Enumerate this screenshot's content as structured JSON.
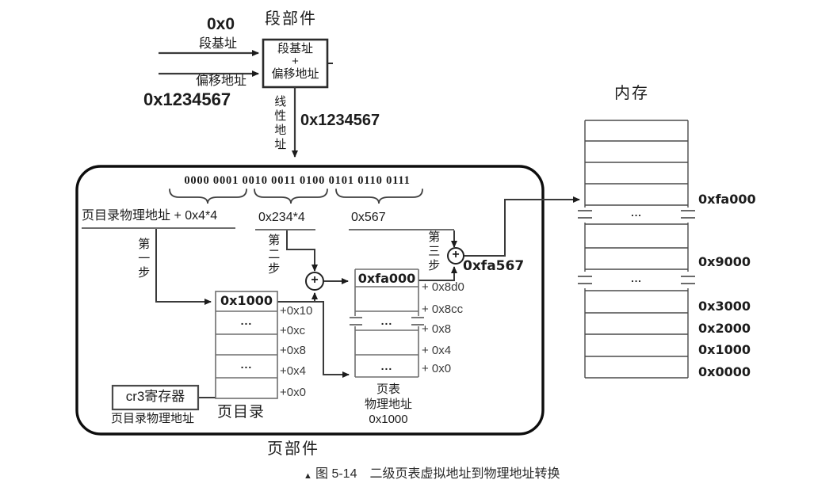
{
  "segment_unit": {
    "title": "段部件",
    "input_top_value": "0x0",
    "input_top_label": "段基址",
    "input_bottom_label": "偏移地址",
    "input_bottom_value": "0x1234567",
    "box_line1": "段基址",
    "box_line2": "+",
    "box_line3": "偏移地址",
    "output_label": "线性地址",
    "output_value": "0x1234567"
  },
  "page_unit": {
    "label": "页部件",
    "binary_string": "0000 0001 0010 0011 0100 0101 0110 0111",
    "group_labels": [
      "页目录物理地址 + 0x4*4",
      "0x234*4",
      "0x567"
    ],
    "step_labels": [
      "第一步",
      "第二步",
      "第三步"
    ],
    "adder_symbol": "+",
    "physical_address_result": "0xfa567",
    "cr3_register": "cr3寄存器",
    "cr3_label": "页目录物理地址",
    "page_directory": {
      "title": "页目录",
      "cells": [
        "0x1000",
        "...",
        "",
        "...",
        ""
      ],
      "offsets": [
        "+0x10",
        "+0xc",
        "+0x8",
        "+0x4",
        "+0x0"
      ]
    },
    "page_table": {
      "cells": [
        "0xfa000",
        "",
        "...",
        "",
        "..."
      ],
      "offsets": [
        "+ 0x8d0",
        "+ 0x8cc",
        "+ 0x8",
        "+ 0x4",
        "+ 0x0"
      ],
      "caption_line1": "页表",
      "caption_line2": "物理地址",
      "caption_line3": "0x1000"
    }
  },
  "memory": {
    "title": "内存",
    "address_labels": [
      "0xfa000",
      "0x9000",
      "0x3000",
      "0x2000",
      "0x1000",
      "0x0000"
    ],
    "ellipsis": "..."
  },
  "figure_caption": {
    "marker": "▲",
    "text": "图 5-14　二级页表虚拟地址到物理地址转换"
  }
}
